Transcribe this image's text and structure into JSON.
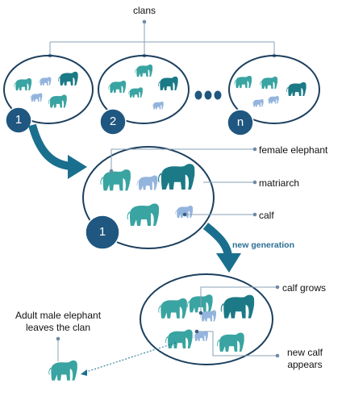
{
  "labels": {
    "clans": "clans",
    "female_elephant": "female elephant",
    "matriarch": "matriarch",
    "calf": "calf",
    "new_generation": "new generation",
    "calf_grows": "calf grows",
    "new_calf_line1": "new calf",
    "new_calf_line2": "appears",
    "adult_male_line1": "Adult male elephant",
    "adult_male_line2": "leaves the clan"
  },
  "clan_numbers": [
    "1",
    "2",
    "n",
    "1"
  ],
  "ellipsis": "•••",
  "colors": {
    "outline": "#1c3f5e",
    "badge": "#1f5780",
    "female": "#39a4a1",
    "matriarch": "#1b7a86",
    "calf": "#93b4dd",
    "arrow": "#1a6f8e",
    "connector": "#8aa0b6"
  }
}
